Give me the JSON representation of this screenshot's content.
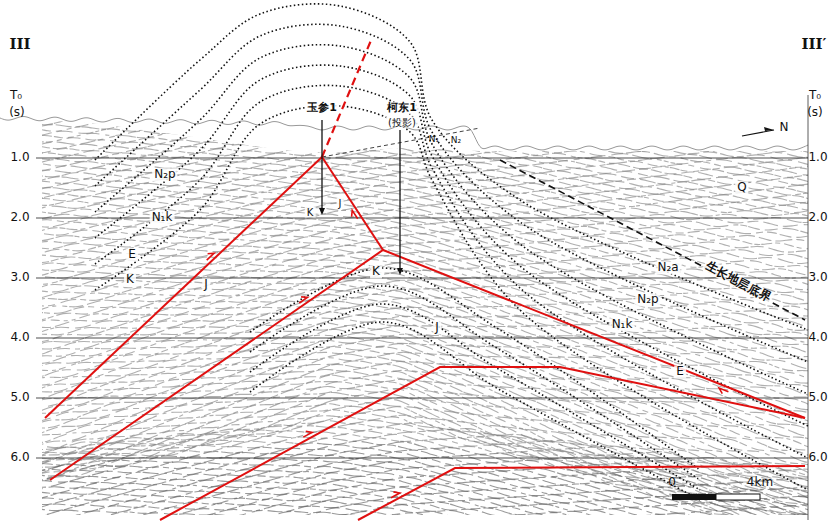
{
  "diagram": {
    "labels": [
      "III",
      "T₀",
      "(s)",
      "1.0",
      "2.0",
      "3.0",
      "4.0",
      "5.0",
      "6.0",
      "III′",
      "T₀",
      "(s)",
      "1.0",
      "2.0",
      "3.0",
      "4.0",
      "5.0",
      "6.0",
      "玉参1",
      "柯东1",
      "(投影)",
      "N",
      "N₂p",
      "N₁k",
      "E",
      "K",
      "J",
      "K",
      "J",
      "K",
      "J",
      "Q",
      "N₂a",
      "N₂p",
      "N₁k",
      "E",
      "生长地层底界",
      "0",
      "4km",
      "N₁",
      "N₂"
    ]
  }
}
